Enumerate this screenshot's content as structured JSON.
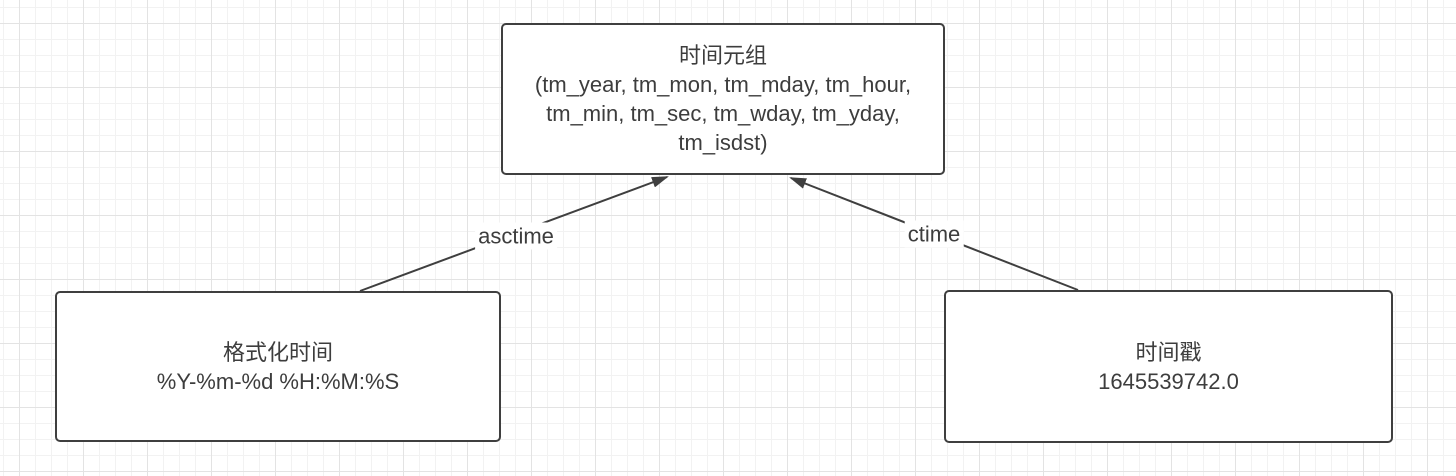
{
  "canvas": {
    "background_color": "#ffffff",
    "grid_minor_color": "#f2f2f2",
    "grid_major_color": "#e3e3e3",
    "stroke_color": "#3f3f3f",
    "text_color": "#3d3d3d"
  },
  "nodes": {
    "time_tuple": {
      "title": "时间元组",
      "body_lines": [
        "(tm_year, tm_mon, tm_mday, tm_hour,",
        "tm_min, tm_sec, tm_wday, tm_yday,",
        "tm_isdst)"
      ]
    },
    "formatted_time": {
      "title": "格式化时间",
      "value": "%Y-%m-%d %H:%M:%S"
    },
    "timestamp": {
      "title": "时间戳",
      "value": "1645539742.0"
    }
  },
  "edges": {
    "asctime": {
      "label": "asctime"
    },
    "ctime": {
      "label": "ctime"
    }
  }
}
